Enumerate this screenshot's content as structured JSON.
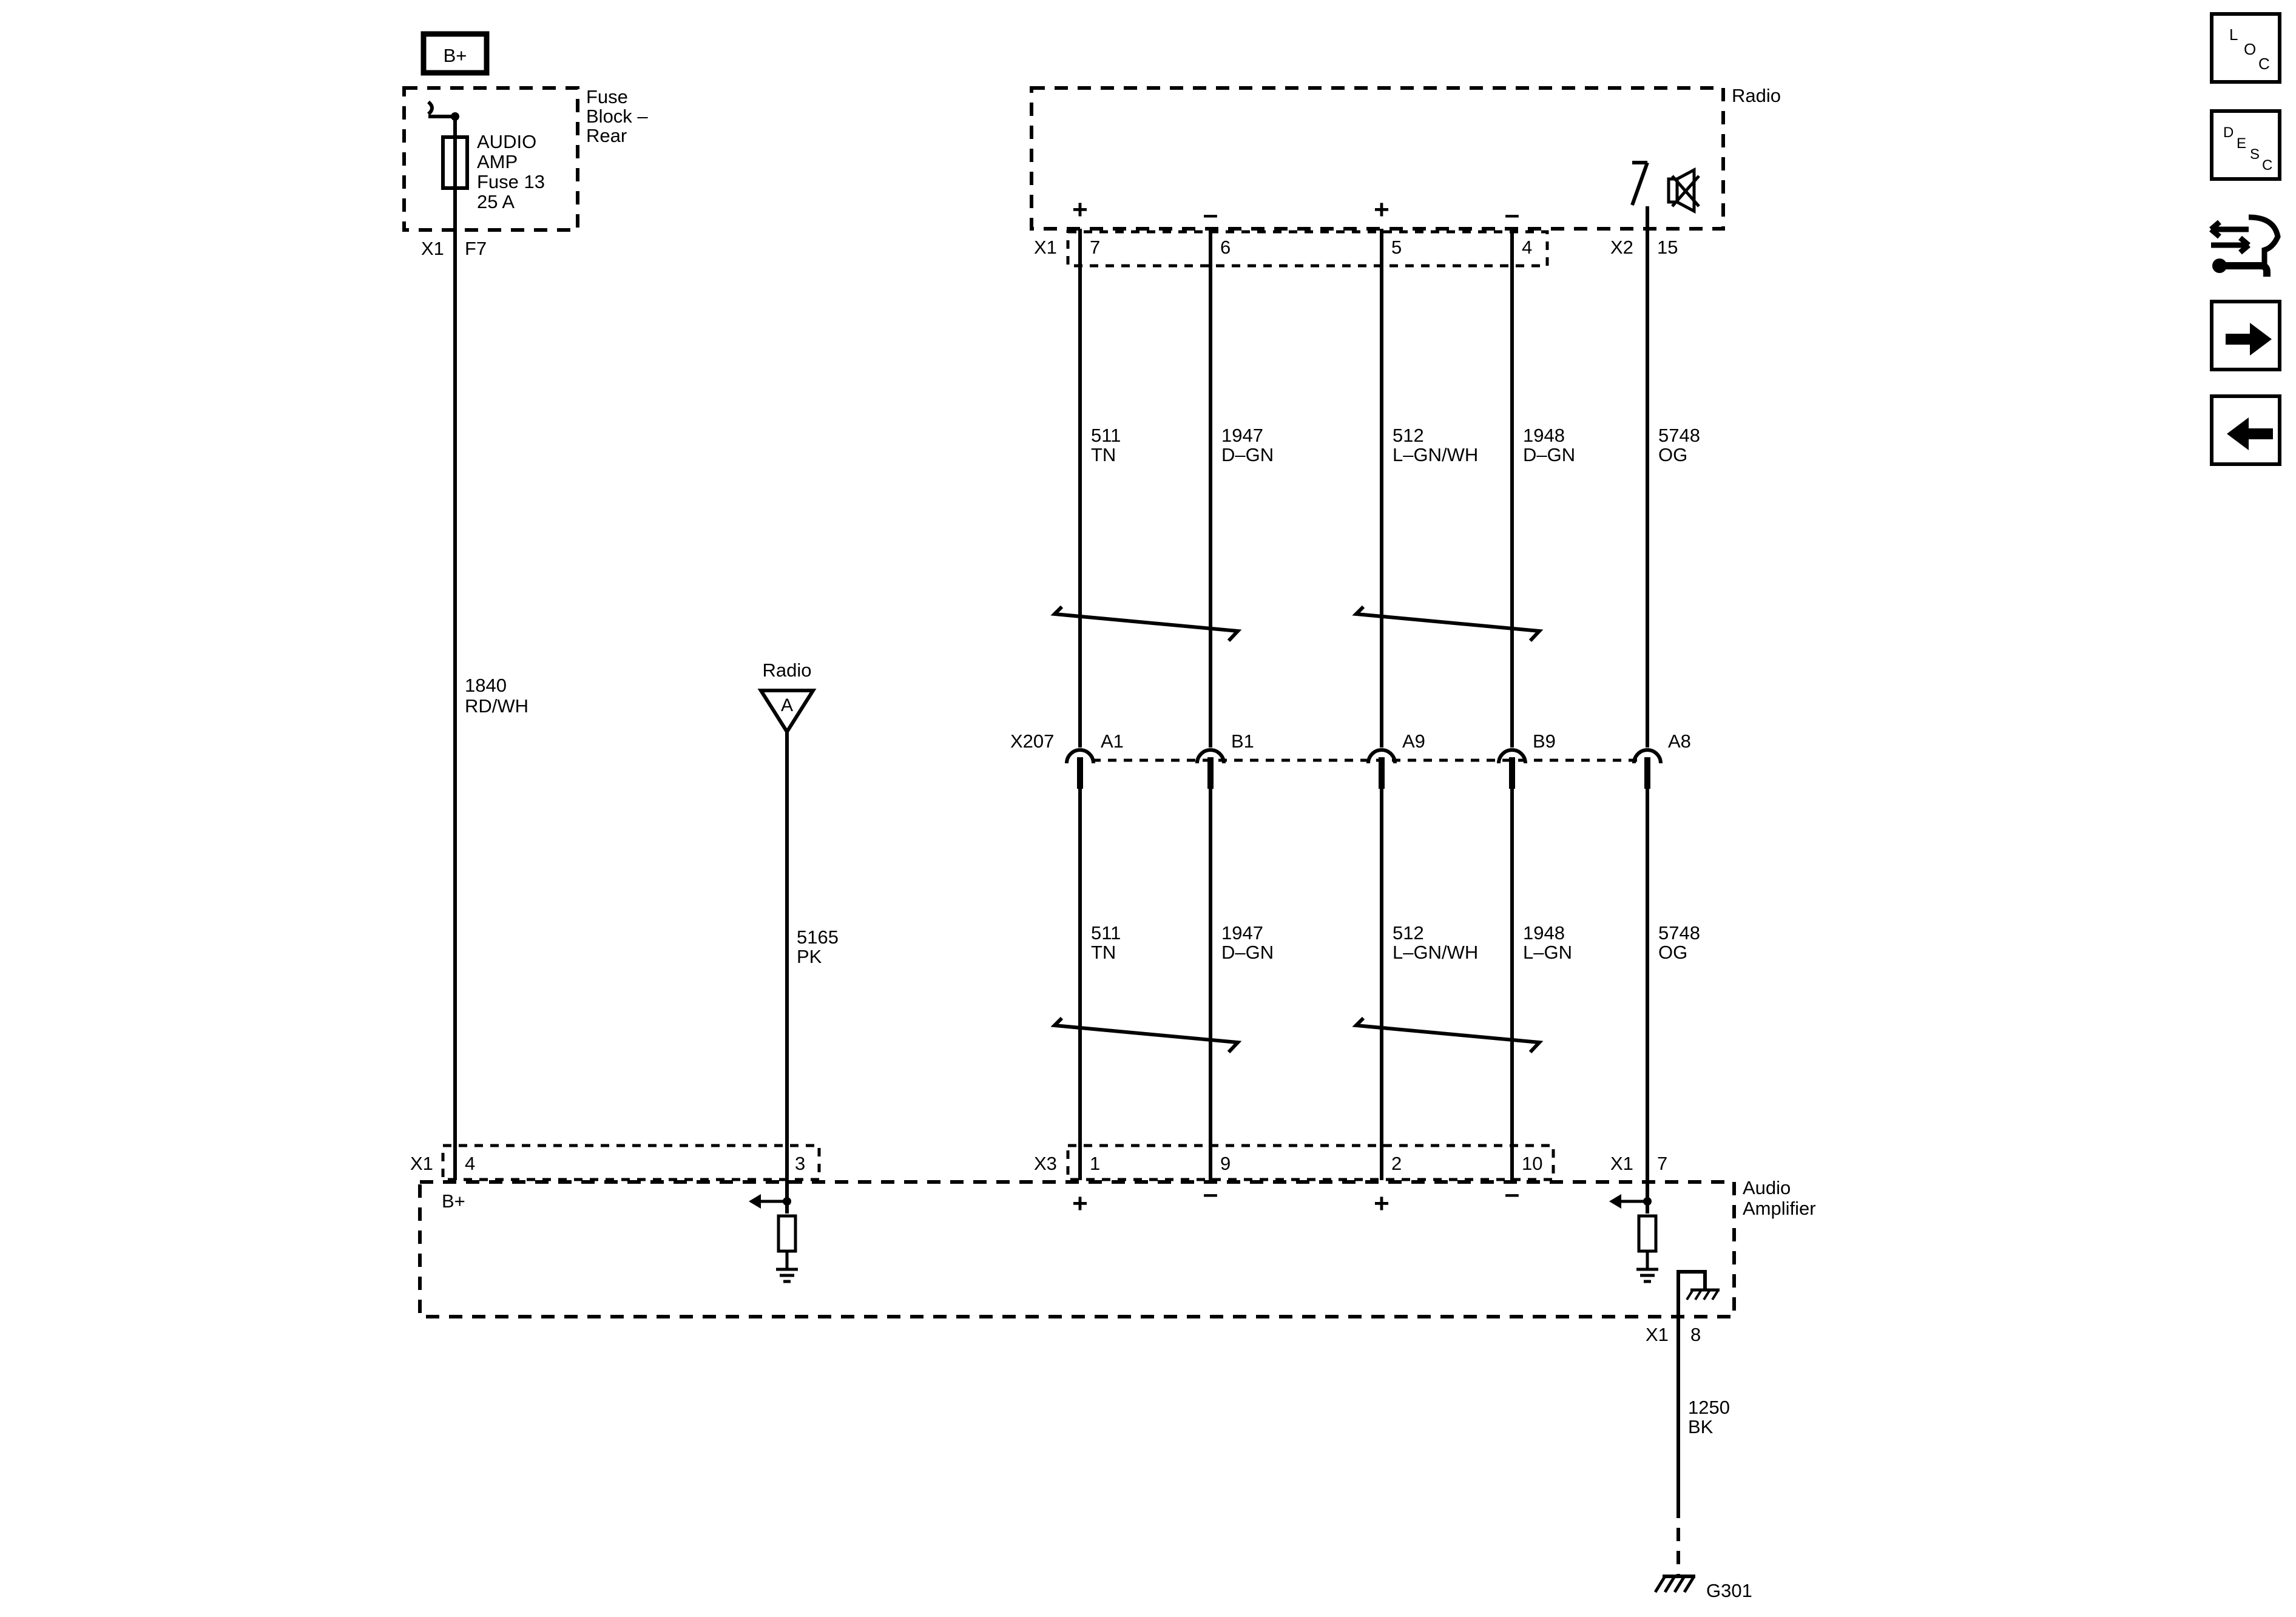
{
  "power": {
    "label": "B+"
  },
  "fuse_block": {
    "name_lines": [
      "Fuse",
      "Block –",
      "Rear"
    ],
    "fuse_lines": [
      "AUDIO",
      "AMP",
      "Fuse 13",
      "25 A"
    ],
    "connector": "X1",
    "pin": "F7"
  },
  "radio": {
    "name": "Radio",
    "connector_x1": "X1",
    "connector_x2": "X2",
    "pins": [
      "7",
      "6",
      "5",
      "4"
    ],
    "polarity": [
      "+",
      "–",
      "+",
      "–"
    ],
    "pin_x2": "15"
  },
  "wires_upper": [
    {
      "circuit": "511",
      "color": "TN"
    },
    {
      "circuit": "1947",
      "color": "D–GN"
    },
    {
      "circuit": "512",
      "color": "L–GN/WH"
    },
    {
      "circuit": "1948",
      "color": "D–GN"
    },
    {
      "circuit": "5748",
      "color": "OG"
    }
  ],
  "inline_connector": {
    "name": "X207",
    "pins": [
      "A1",
      "B1",
      "A9",
      "B9",
      "A8"
    ]
  },
  "wires_lower": [
    {
      "circuit": "511",
      "color": "TN"
    },
    {
      "circuit": "1947",
      "color": "D–GN"
    },
    {
      "circuit": "512",
      "color": "L–GN/WH"
    },
    {
      "circuit": "1948",
      "color": "L–GN"
    },
    {
      "circuit": "5748",
      "color": "OG"
    }
  ],
  "power_wire": {
    "circuit": "1840",
    "color": "RD/WH"
  },
  "radio_ref": {
    "label": "Radio",
    "letter": "A",
    "circuit": "5165",
    "color": "PK"
  },
  "amplifier": {
    "name_lines": [
      "Audio",
      "Amplifier"
    ],
    "x1": "X1",
    "x1_pins": [
      "4",
      "3"
    ],
    "b_plus": "B+",
    "x3": "X3",
    "x3_pins": [
      "1",
      "9",
      "2",
      "10"
    ],
    "x3_polarity": [
      "+",
      "–",
      "+",
      "–"
    ],
    "x1_right": "X1",
    "pin_right": "7",
    "ground_conn": "X1",
    "ground_pin": "8"
  },
  "ground_wire": {
    "circuit": "1250",
    "color": "BK"
  },
  "ground": {
    "name": "G301"
  },
  "nav": {
    "loc": [
      "L",
      "O",
      "C"
    ],
    "desc": [
      "D",
      "E",
      "S",
      "C"
    ]
  }
}
